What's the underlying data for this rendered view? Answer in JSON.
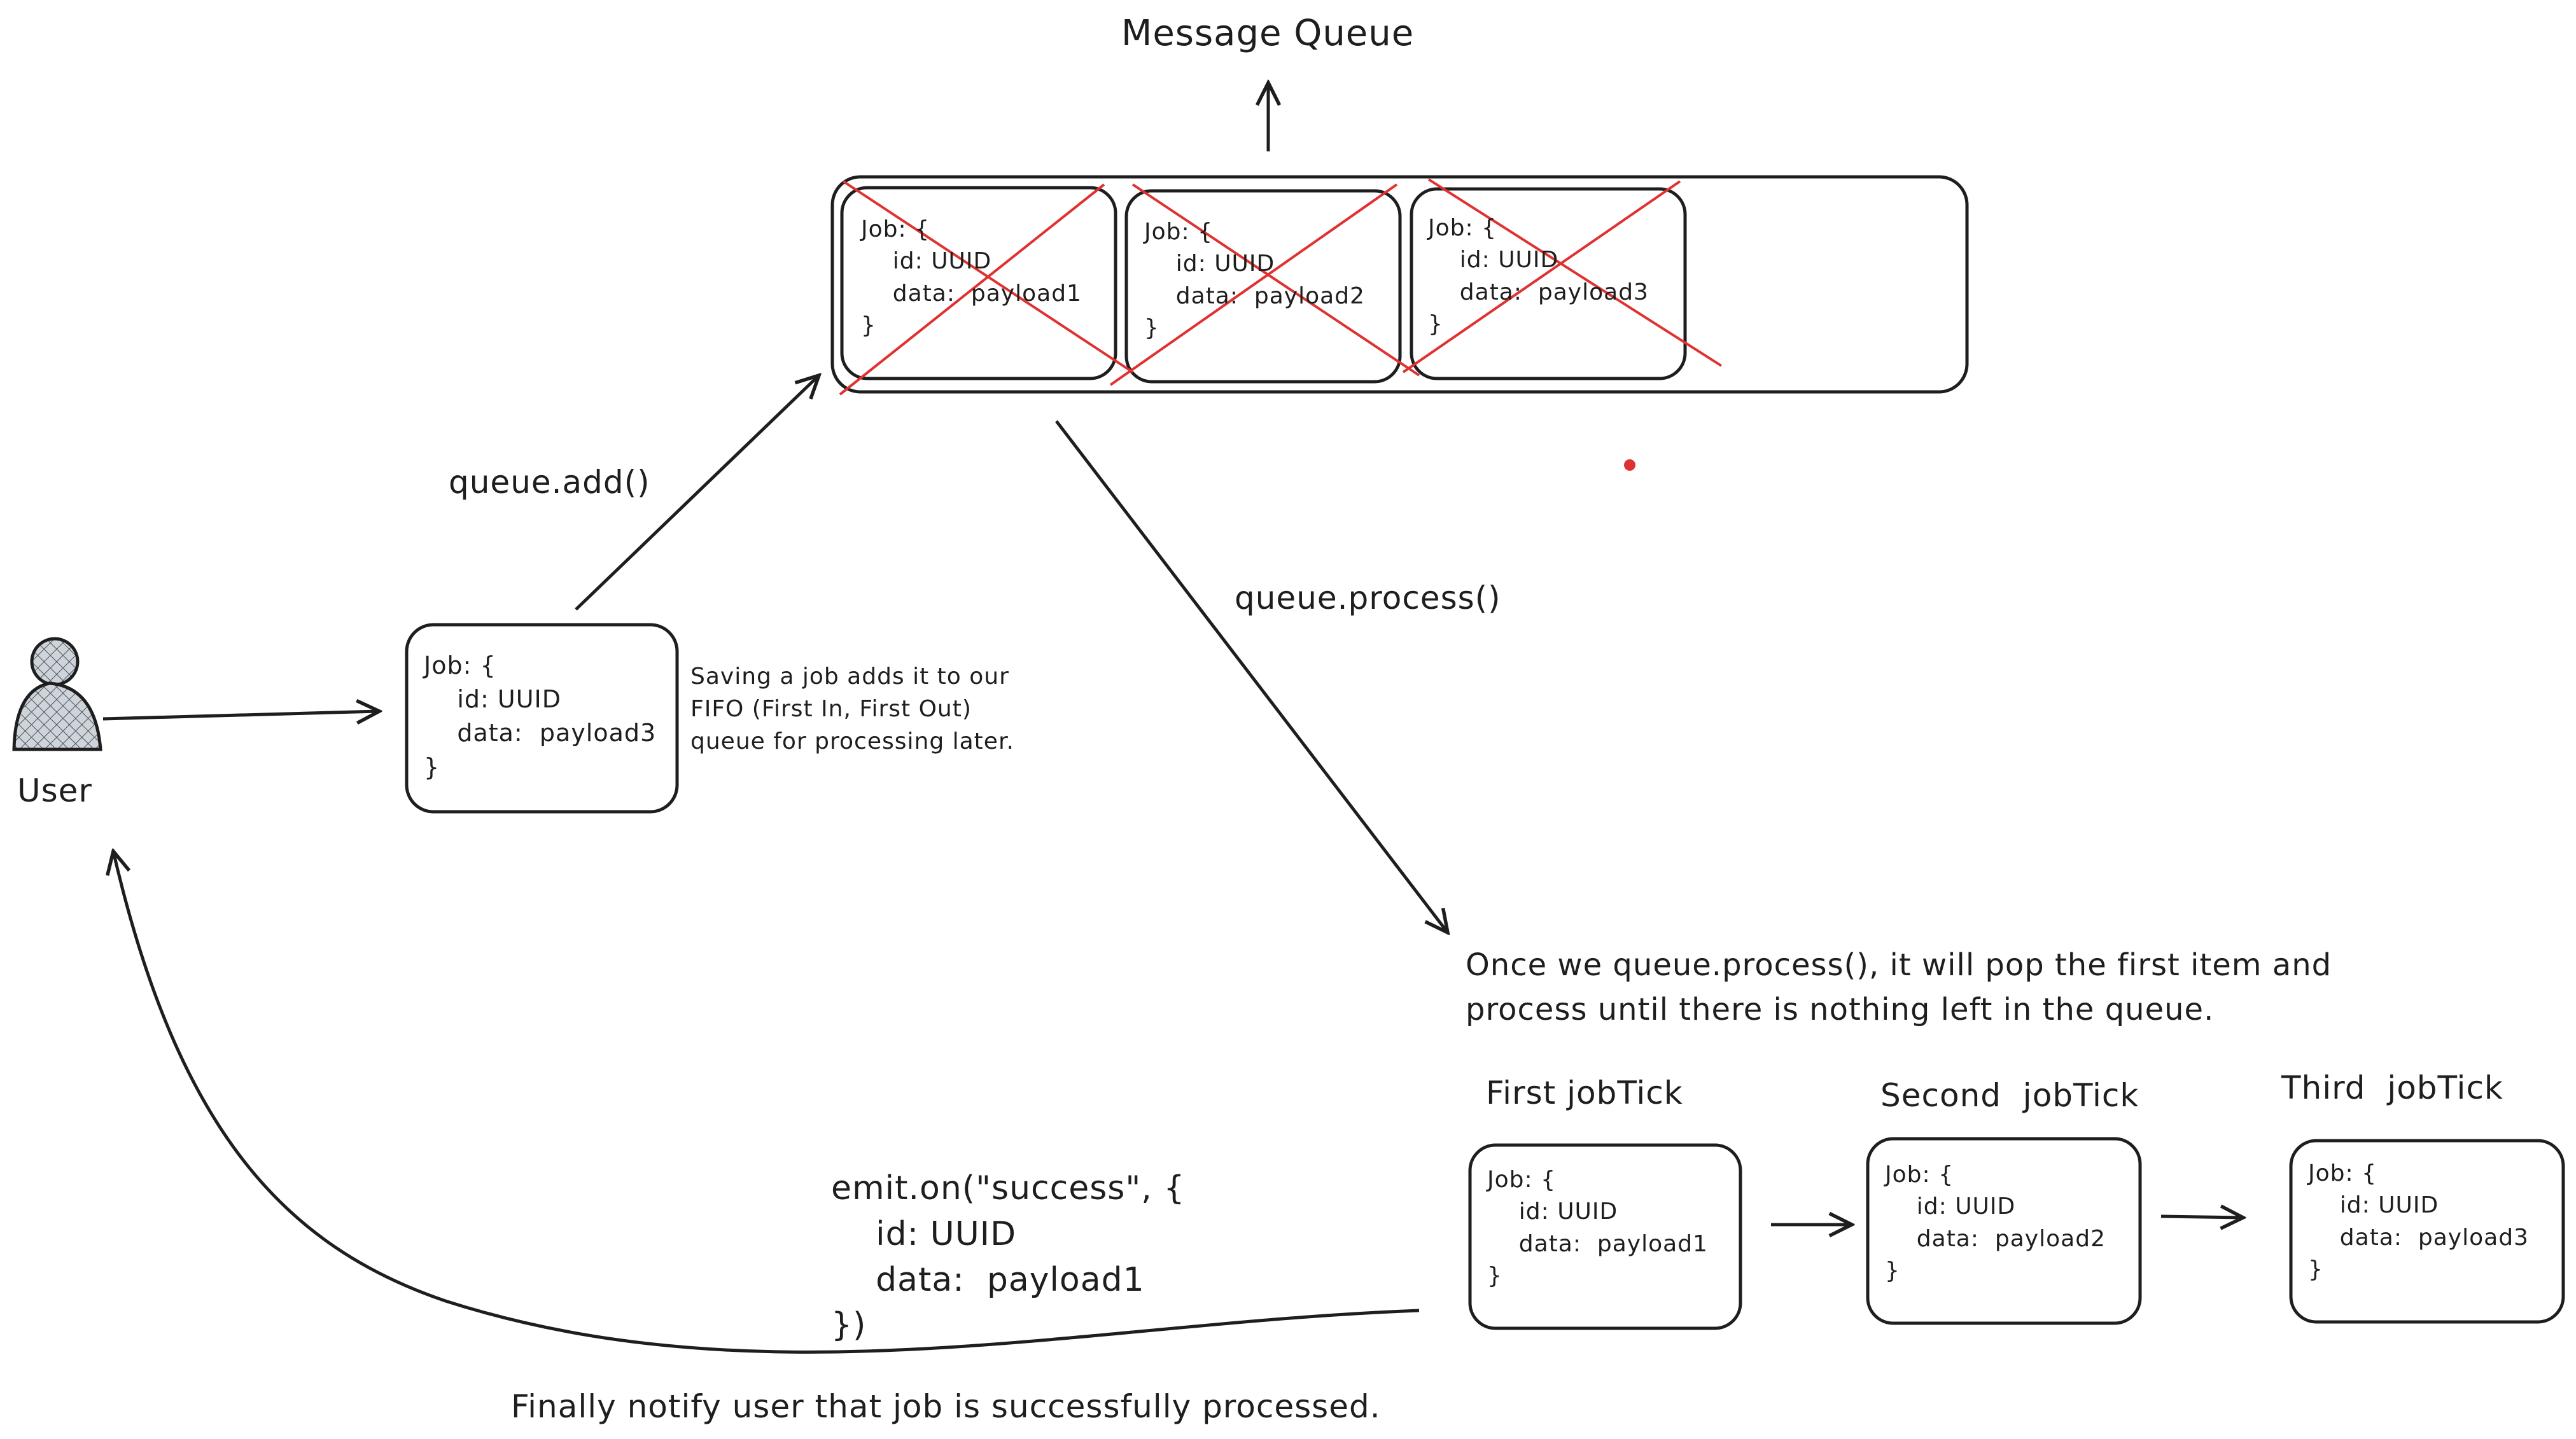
{
  "title": "Message Queue",
  "user": {
    "label": "User"
  },
  "arrows": {
    "add": "queue.add()",
    "process": "queue.process()"
  },
  "job_lines": {
    "open": "Job: {",
    "id": "id: UUID",
    "data_key": "data:",
    "close": "}"
  },
  "new_job": {
    "payload": "payload3"
  },
  "queue_jobs": [
    {
      "payload": "payload1"
    },
    {
      "payload": "payload2"
    },
    {
      "payload": "payload3"
    }
  ],
  "save_note": {
    "line1": "Saving a job adds it to our",
    "line2": "FIFO (First In, First Out)",
    "line3": "queue for processing later."
  },
  "process_note": {
    "line1": "Once we queue.process(), it will pop the first item and",
    "line2": "process until there is nothing left in the queue."
  },
  "ticks": [
    {
      "title": "First jobTick",
      "payload": "payload1"
    },
    {
      "title": "Second  jobTick",
      "payload": "payload2"
    },
    {
      "title": "Third  jobTick",
      "payload": "payload3"
    }
  ],
  "emit": {
    "line1": "emit.on(\"success\", {",
    "line2": "id: UUID",
    "line3": "data:  payload1",
    "line4": "})"
  },
  "final_note": "Finally notify user that job is successfully processed.",
  "colors": {
    "ink": "#1e1e1e",
    "cross": "#e03131",
    "dot": "#e03131",
    "avatar_fill": "#ced4da"
  }
}
